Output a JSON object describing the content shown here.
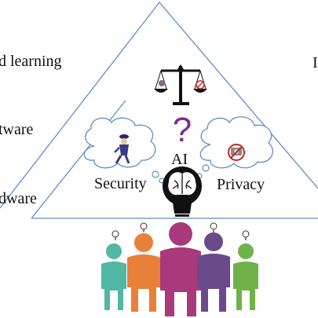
{
  "labels": {
    "layer_top": "d learning",
    "layer_middle": "tware",
    "layer_bottom": "dware",
    "right_edge": "I",
    "ai": "AI",
    "security": "Security",
    "privacy": "Privacy"
  },
  "colors": {
    "triangle_stroke": "#5b8fc9",
    "cloud_stroke": "#5b8fc9",
    "question_mark": "#7d2a8c",
    "person_teal": "#52b7a4",
    "person_orange": "#e8803a",
    "person_magenta": "#a83a7c",
    "person_purple": "#6b4a8c",
    "person_green": "#6fb24a"
  },
  "icons": {
    "scale": "balance-scale-icon",
    "security": "police-officer-icon",
    "privacy": "no-camera-icon",
    "brain": "brain-lightbulb-icon",
    "question": "question-mark-icon",
    "idea": "lightbulb-icon"
  }
}
